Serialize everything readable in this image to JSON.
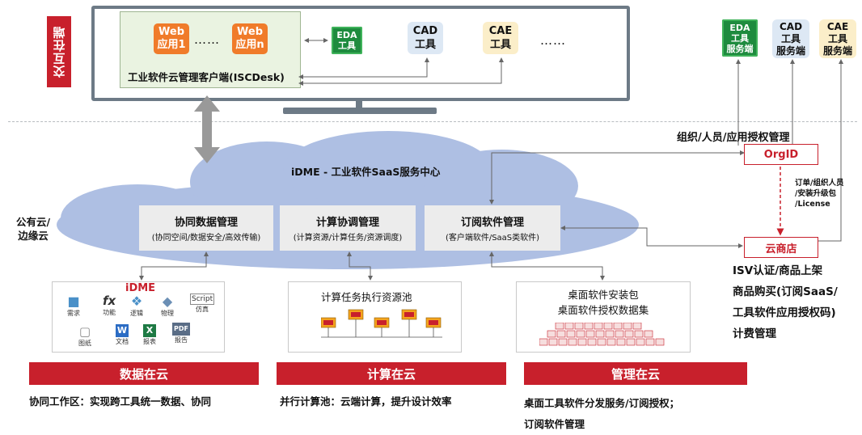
{
  "side_label": "交互在端",
  "client": {
    "web1_line1": "Web",
    "web1_line2": "应用1",
    "webn_line1": "Web",
    "webn_line2": "应用n",
    "ellipsis": "……",
    "name": "工业软件云管理客户端(ISCDesk)"
  },
  "tools": {
    "eda_line1": "EDA",
    "eda_line2": "工具",
    "cad_line1": "CAD",
    "cad_line2": "工具",
    "cae_line1": "CAE",
    "cae_line2": "工具",
    "more": "……"
  },
  "servers": {
    "eda": [
      "EDA",
      "工具",
      "服务端"
    ],
    "cad": [
      "CAD",
      "工具",
      "服务端"
    ],
    "cae": [
      "CAE",
      "工具",
      "服务端"
    ]
  },
  "cloud": {
    "title": "iDME - 工业软件SaaS服务中心",
    "public_label_1": "公有云/",
    "public_label_2": "边缘云",
    "panels": [
      {
        "title": "协同数据管理",
        "sub": "(协同空间/数据安全/高效传输)"
      },
      {
        "title": "计算协调管理",
        "sub": "(计算资源/计算任务/资源调度)"
      },
      {
        "title": "订阅软件管理",
        "sub": "(客户端软件/SaaS类软件)"
      }
    ]
  },
  "orgid": {
    "heading": "组织/人员/应用授权管理",
    "label": "OrgID"
  },
  "link_note": [
    "订单/组织人员",
    "/安装升级包",
    "/License"
  ],
  "store": {
    "label": "云商店",
    "lines": [
      "ISV认证/商品上架",
      "商品购买(订阅SaaS/",
      "工具软件应用授权码)",
      "计费管理"
    ]
  },
  "data_pool": {
    "brand": "iDME",
    "icons": [
      "需求",
      "功能",
      "逻辑",
      "物理",
      "仿真",
      "图纸",
      "文档",
      "报表",
      "报告"
    ]
  },
  "compute_pool": {
    "title": "计算任务执行资源池"
  },
  "software_pool": {
    "line1": "桌面软件安装包",
    "line2": "桌面软件授权数据集"
  },
  "banners": {
    "data": "数据在云",
    "compute": "计算在云",
    "manage": "管理在云"
  },
  "captions": {
    "data": "协同工作区：实现跨工具统一数据、协同",
    "compute": "并行计算池：云端计算，提升设计效率",
    "manage_1": "桌面工具软件分发服务/订阅授权；",
    "manage_2": "订阅软件管理"
  },
  "colors": {
    "accent_red": "#c8202c",
    "web_orange": "#f07b2a",
    "cloud_blue": "#aebfe3",
    "chip_green": "#1e8b3e"
  }
}
